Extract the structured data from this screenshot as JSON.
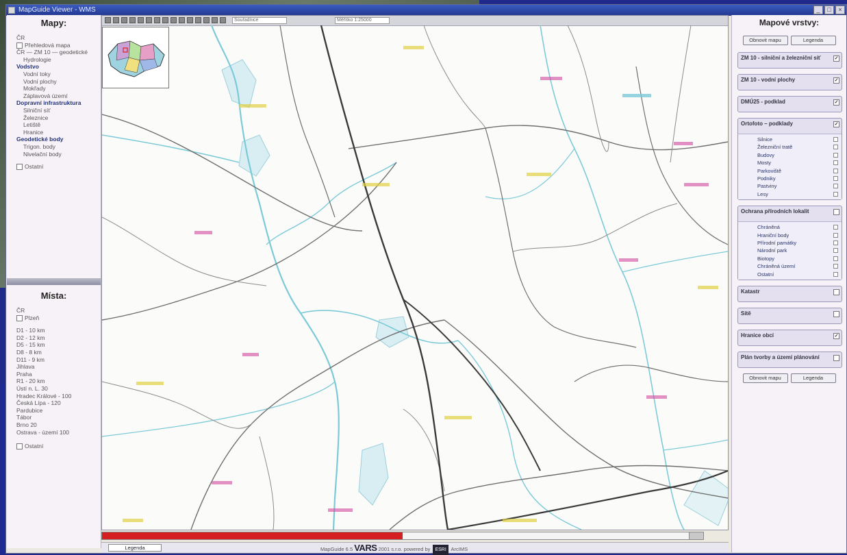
{
  "window": {
    "title": "MapGuide Viewer - WMS",
    "buttons": [
      "_",
      "□",
      "×"
    ]
  },
  "left": {
    "maps_title": "Mapy:",
    "maps_tree": [
      {
        "text": "ČR",
        "kind": "normal"
      },
      {
        "text": "Přehledová mapa",
        "kind": "check"
      },
      {
        "text": "ČR — ZM 10 — geodetické",
        "kind": "normal"
      },
      {
        "text": "Hydrologie",
        "kind": "ind"
      },
      {
        "text": "Vodstvo",
        "kind": "hdr"
      },
      {
        "text": "Vodní toky",
        "kind": "ind"
      },
      {
        "text": "Vodní plochy",
        "kind": "ind"
      },
      {
        "text": "Mokřady",
        "kind": "ind"
      },
      {
        "text": "Záplavová území",
        "kind": "ind"
      },
      {
        "text": "Dopravní infrastruktura",
        "kind": "hdr"
      },
      {
        "text": "Silniční síť",
        "kind": "ind"
      },
      {
        "text": "Železnice",
        "kind": "ind"
      },
      {
        "text": "Letiště",
        "kind": "ind"
      },
      {
        "text": "Hranice",
        "kind": "ind"
      },
      {
        "text": "Geodetické body",
        "kind": "hdr"
      },
      {
        "text": "Trigon. body",
        "kind": "ind"
      },
      {
        "text": "Nivelační body",
        "kind": "ind"
      }
    ],
    "maps_check": "Ostatní",
    "places_title": "Místa:",
    "places_tree": [
      {
        "text": "ČR",
        "kind": "normal"
      },
      {
        "text": "Plzeň",
        "kind": "check"
      },
      {
        "text": "",
        "kind": "gap"
      },
      {
        "text": "D1 - 10 km",
        "kind": "normal"
      },
      {
        "text": "D2 - 12 km",
        "kind": "normal"
      },
      {
        "text": "D5 - 15 km",
        "kind": "normal"
      },
      {
        "text": "D8 - 8 km",
        "kind": "normal"
      },
      {
        "text": "D11 - 9 km",
        "kind": "normal"
      },
      {
        "text": "Jihlava",
        "kind": "normal"
      },
      {
        "text": "Praha",
        "kind": "normal"
      },
      {
        "text": "R1 - 20 km",
        "kind": "normal"
      },
      {
        "text": "Ústí n. L. 30",
        "kind": "normal"
      },
      {
        "text": "Hradec Králové - 100",
        "kind": "normal"
      },
      {
        "text": "Česká Lípa - 120",
        "kind": "normal"
      },
      {
        "text": "Pardubice",
        "kind": "normal"
      },
      {
        "text": "Tábor",
        "kind": "normal"
      },
      {
        "text": "Brno 20",
        "kind": "normal"
      },
      {
        "text": "Ostrava - území 100",
        "kind": "normal"
      }
    ],
    "places_check": "Ostatní"
  },
  "map": {
    "toolbar_field1": "Souřadnice",
    "toolbar_field2": "Měřítko 1:25000",
    "progress_percent": 50
  },
  "status": {
    "tab_label": "Legenda",
    "credit_prefix": "MapGuide 6.5",
    "credit_logo": "VARS",
    "credit_middle": "2001 s.r.o.",
    "credit_powered": "powered by",
    "credit_box": "ESRI",
    "credit_suffix": "ArcIMS"
  },
  "right": {
    "title": "Mapové vrstvy:",
    "btn_refresh": "Obnovit mapu",
    "btn_legend": "Legenda",
    "layers": [
      {
        "title": "ZM 10 - silniční a železniční síť",
        "checked": true,
        "items": []
      },
      {
        "title": "ZM 10 - vodní plochy",
        "checked": true,
        "items": []
      },
      {
        "title": "DMÚ25 - podklad",
        "checked": true,
        "items": []
      },
      {
        "title": "Ortofoto – podklady",
        "checked": true,
        "items": [
          "Silnice",
          "Železniční tratě",
          "Budovy",
          "Mosty",
          "Parkoviště",
          "Podniky",
          "Pastviny",
          "Lesy"
        ]
      },
      {
        "title": "Ochrana přírodních lokalit",
        "checked": false,
        "items": [
          "Chráněná",
          "Hraniční body",
          "Přírodní památky",
          "Národní park",
          "Biotopy",
          "Chráněná území",
          "Ostatní"
        ]
      },
      {
        "title": "Katastr",
        "checked": false,
        "items": []
      },
      {
        "title": "Sítě",
        "checked": false,
        "items": []
      },
      {
        "title": "Hranice obcí",
        "checked": true,
        "items": []
      },
      {
        "title": "Plán tvorby a území plánování",
        "checked": false,
        "items": []
      }
    ],
    "btn_refresh2": "Obnovit mapu",
    "btn_legend2": "Legenda"
  },
  "colors": {
    "river": "#7ccad8",
    "road": "#6e6e6e",
    "railway": "#3a3a3a",
    "progress": "#d42020",
    "label_pink": "#d24aa0",
    "label_yellow": "#e0d040"
  }
}
